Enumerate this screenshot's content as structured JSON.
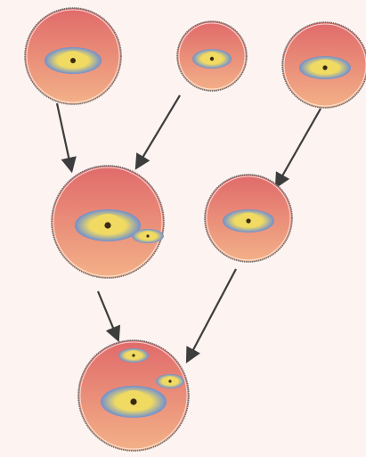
{
  "diagram": {
    "type": "merger-tree",
    "colors": {
      "background": "#fdf3f0",
      "halo_top": "#e06a6a",
      "halo_bottom": "#f3b188",
      "halo_outline": "#6b6b6b",
      "disk_outer": "#6f8fd0",
      "disk_inner": "#f0da62",
      "core": "#3a2a10",
      "arrow": "#3d3d3d"
    },
    "nodes": [
      {
        "id": "halo-top-left",
        "galaxies": 1
      },
      {
        "id": "halo-top-middle",
        "galaxies": 1
      },
      {
        "id": "halo-top-right",
        "galaxies": 1
      },
      {
        "id": "halo-middle-left",
        "galaxies": 2
      },
      {
        "id": "halo-middle-right",
        "galaxies": 1
      },
      {
        "id": "halo-bottom",
        "galaxies": 3
      }
    ],
    "edges": [
      {
        "from": "halo-top-left",
        "to": "halo-middle-left"
      },
      {
        "from": "halo-top-middle",
        "to": "halo-middle-left"
      },
      {
        "from": "halo-top-right",
        "to": "halo-middle-right"
      },
      {
        "from": "halo-middle-left",
        "to": "halo-bottom"
      },
      {
        "from": "halo-middle-right",
        "to": "halo-bottom"
      }
    ]
  }
}
